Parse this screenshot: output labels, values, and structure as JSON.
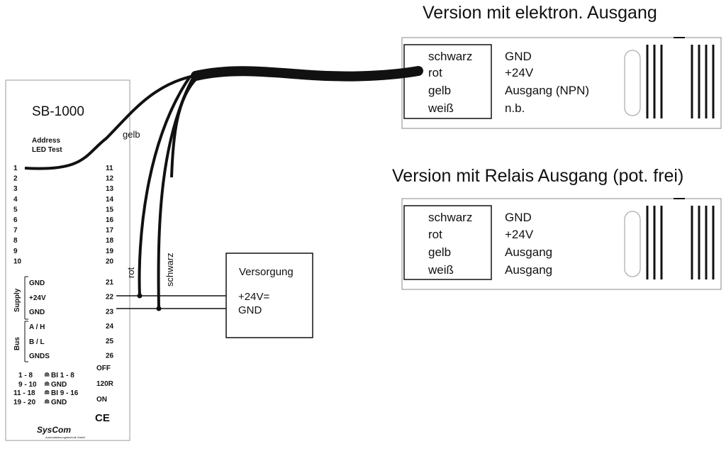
{
  "sensor_elektron": {
    "title": "Version mit elektron. Ausgang",
    "wires": [
      {
        "color": "schwarz",
        "function": "GND"
      },
      {
        "color": "rot",
        "function": "+24V"
      },
      {
        "color": "gelb",
        "function": "Ausgang (NPN)"
      },
      {
        "color": "weiß",
        "function": "n.b."
      }
    ]
  },
  "sensor_relais": {
    "title": "Version mit Relais Ausgang (pot. frei)",
    "wires": [
      {
        "color": "schwarz",
        "function": "GND"
      },
      {
        "color": "rot",
        "function": "+24V"
      },
      {
        "color": "gelb",
        "function": "Ausgang"
      },
      {
        "color": "weiß",
        "function": "Ausgang"
      }
    ]
  },
  "module": {
    "name": "SB-1000",
    "address_label_1": "Address",
    "address_label_2": "LED Test",
    "left_terminals": [
      "1",
      "2",
      "3",
      "4",
      "5",
      "6",
      "7",
      "8",
      "9",
      "10"
    ],
    "right_terminals": [
      "11",
      "12",
      "13",
      "14",
      "15",
      "16",
      "17",
      "18",
      "19",
      "20",
      "21",
      "22",
      "23",
      "24",
      "25",
      "26"
    ],
    "supply_group_label": "Supply",
    "supply_labels": [
      "GND",
      "+24V",
      "GND"
    ],
    "bus_group_label": "Bus",
    "bus_labels": [
      "A / H",
      "B / L",
      "GNDS"
    ],
    "switch_labels": [
      "OFF",
      "120R",
      "ON"
    ],
    "jumper_rows": [
      {
        "range": "1 -  8",
        "target": "BI 1 -  8"
      },
      {
        "range": "9 - 10",
        "target": "GND"
      },
      {
        "range": "11 - 18",
        "target": "BI 9 - 16"
      },
      {
        "range": "19 - 20",
        "target": "GND"
      }
    ],
    "ce_mark": "CE",
    "brand": "SysCom",
    "brand_sub": "Automatisierungstechnik GmbH"
  },
  "wire_labels": {
    "gelb": "gelb",
    "rot": "rot",
    "schwarz": "schwarz"
  },
  "supply_box": {
    "title": "Versorgung",
    "line1": "+24V=",
    "line2": "GND"
  }
}
